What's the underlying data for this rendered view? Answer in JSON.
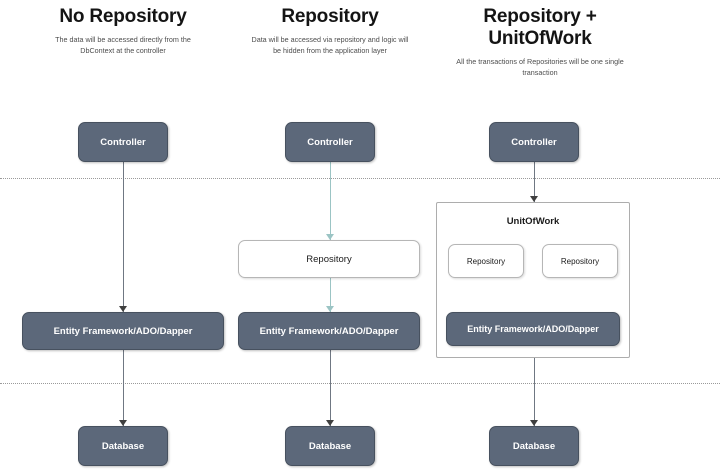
{
  "diagram": {
    "title_row": [
      {
        "title": "No Repository",
        "subtitle": "The data will be accessed directly from the DbContext at the controller"
      },
      {
        "title": "Repository",
        "subtitle": "Data will be accessed via repository and logic will be hidden from the application layer"
      },
      {
        "title": "Repository + UnitOfWork",
        "subtitle": "All the transactions of Repositories will be one single transaction"
      }
    ],
    "labels": {
      "controller": "Controller",
      "repository": "Repository",
      "entity_framework": "Entity Framework/ADO/Dapper",
      "database": "Database",
      "unit_of_work": "UnitOfWork"
    },
    "columns": [
      {
        "name": "no-repository",
        "nodes": [
          "Controller",
          "Entity Framework/ADO/Dapper",
          "Database"
        ]
      },
      {
        "name": "repository",
        "nodes": [
          "Controller",
          "Repository",
          "Entity Framework/ADO/Dapper",
          "Database"
        ]
      },
      {
        "name": "repository-unitofwork",
        "nodes": [
          "Controller",
          "UnitOfWork",
          "Repository",
          "Repository",
          "Entity Framework/ADO/Dapper",
          "Database"
        ]
      }
    ],
    "colors": {
      "dark_box_fill": "#5c687a",
      "dark_box_border": "#47515f",
      "light_box_border": "#b6b6b6",
      "connector": "#6f7782",
      "connector_teal": "#9bc4c4",
      "divider": "#9a9a9a",
      "background": "#ffffff",
      "title_text": "#141414",
      "subtitle_text": "#4d4d4d"
    }
  }
}
